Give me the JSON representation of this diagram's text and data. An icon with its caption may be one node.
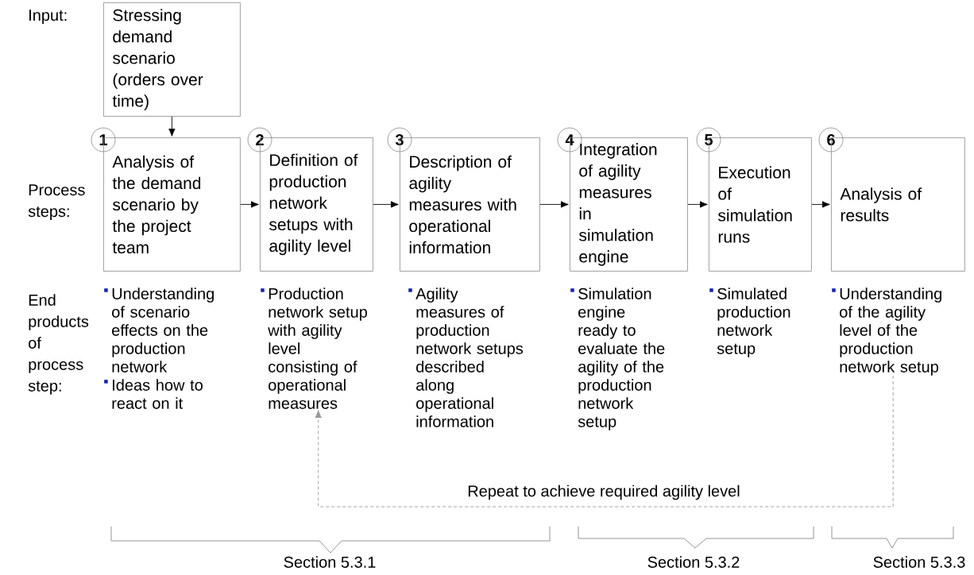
{
  "diagram": {
    "nodes": [
      {
        "text": [
          "Stressing demand scenario (orders over time)"
        ]
      },
      {
        "text": [
          "1"
        ]
      },
      {
        "text": [
          "Analysis of the demand scenario by the project team"
        ]
      },
      {
        "text": [
          "2"
        ]
      },
      {
        "text": [
          "Definition of production network setups with agility level"
        ]
      },
      {
        "text": [
          "3"
        ]
      },
      {
        "text": [
          "Description of agility measures with operational information"
        ]
      },
      {
        "text": [
          "4"
        ]
      },
      {
        "text": [
          "Integration of agility measures in simulation engine"
        ]
      },
      {
        "text": [
          "5"
        ]
      },
      {
        "text": [
          "Execution of simulation runs"
        ]
      },
      {
        "text": [
          "6"
        ]
      },
      {
        "text": [
          "Analysis of results"
        ]
      },
      {
        "text": [
          "Understanding of scenario effects on the production network",
          "Ideas how to react on it"
        ]
      },
      {
        "text": [
          "Production network setup with agility level consisting of operational measures"
        ]
      },
      {
        "text": [
          "Agility measures of production network setups described along operational information"
        ]
      },
      {
        "text": [
          "Simulation engine ready to evaluate the agility of the production network setup"
        ]
      },
      {
        "text": [
          "Simulated production network setup"
        ]
      },
      {
        "text": [
          "Understanding of the agility level of the production network setup"
        ]
      }
    ],
    "edges": [
      {
        "from": 0,
        "to": 2,
        "arrow": "to"
      },
      {
        "from": 2,
        "to": 4,
        "arrow": "to"
      },
      {
        "from": 4,
        "to": 6,
        "arrow": "to"
      },
      {
        "from": 6,
        "to": 8,
        "arrow": "to"
      },
      {
        "from": 8,
        "to": 10,
        "arrow": "to"
      },
      {
        "from": 10,
        "to": 12,
        "arrow": "to"
      },
      {
        "from": 18,
        "to": 14,
        "arrow": "to",
        "label": "Repeat to achieve required agility level",
        "style": "dashed",
        "color": "#999999"
      }
    ],
    "labels": [
      "Input:",
      "Process steps:",
      "End products of process step:",
      "Section 5.3.1",
      "Section 5.3.2",
      "Section 5.3.3"
    ]
  }
}
